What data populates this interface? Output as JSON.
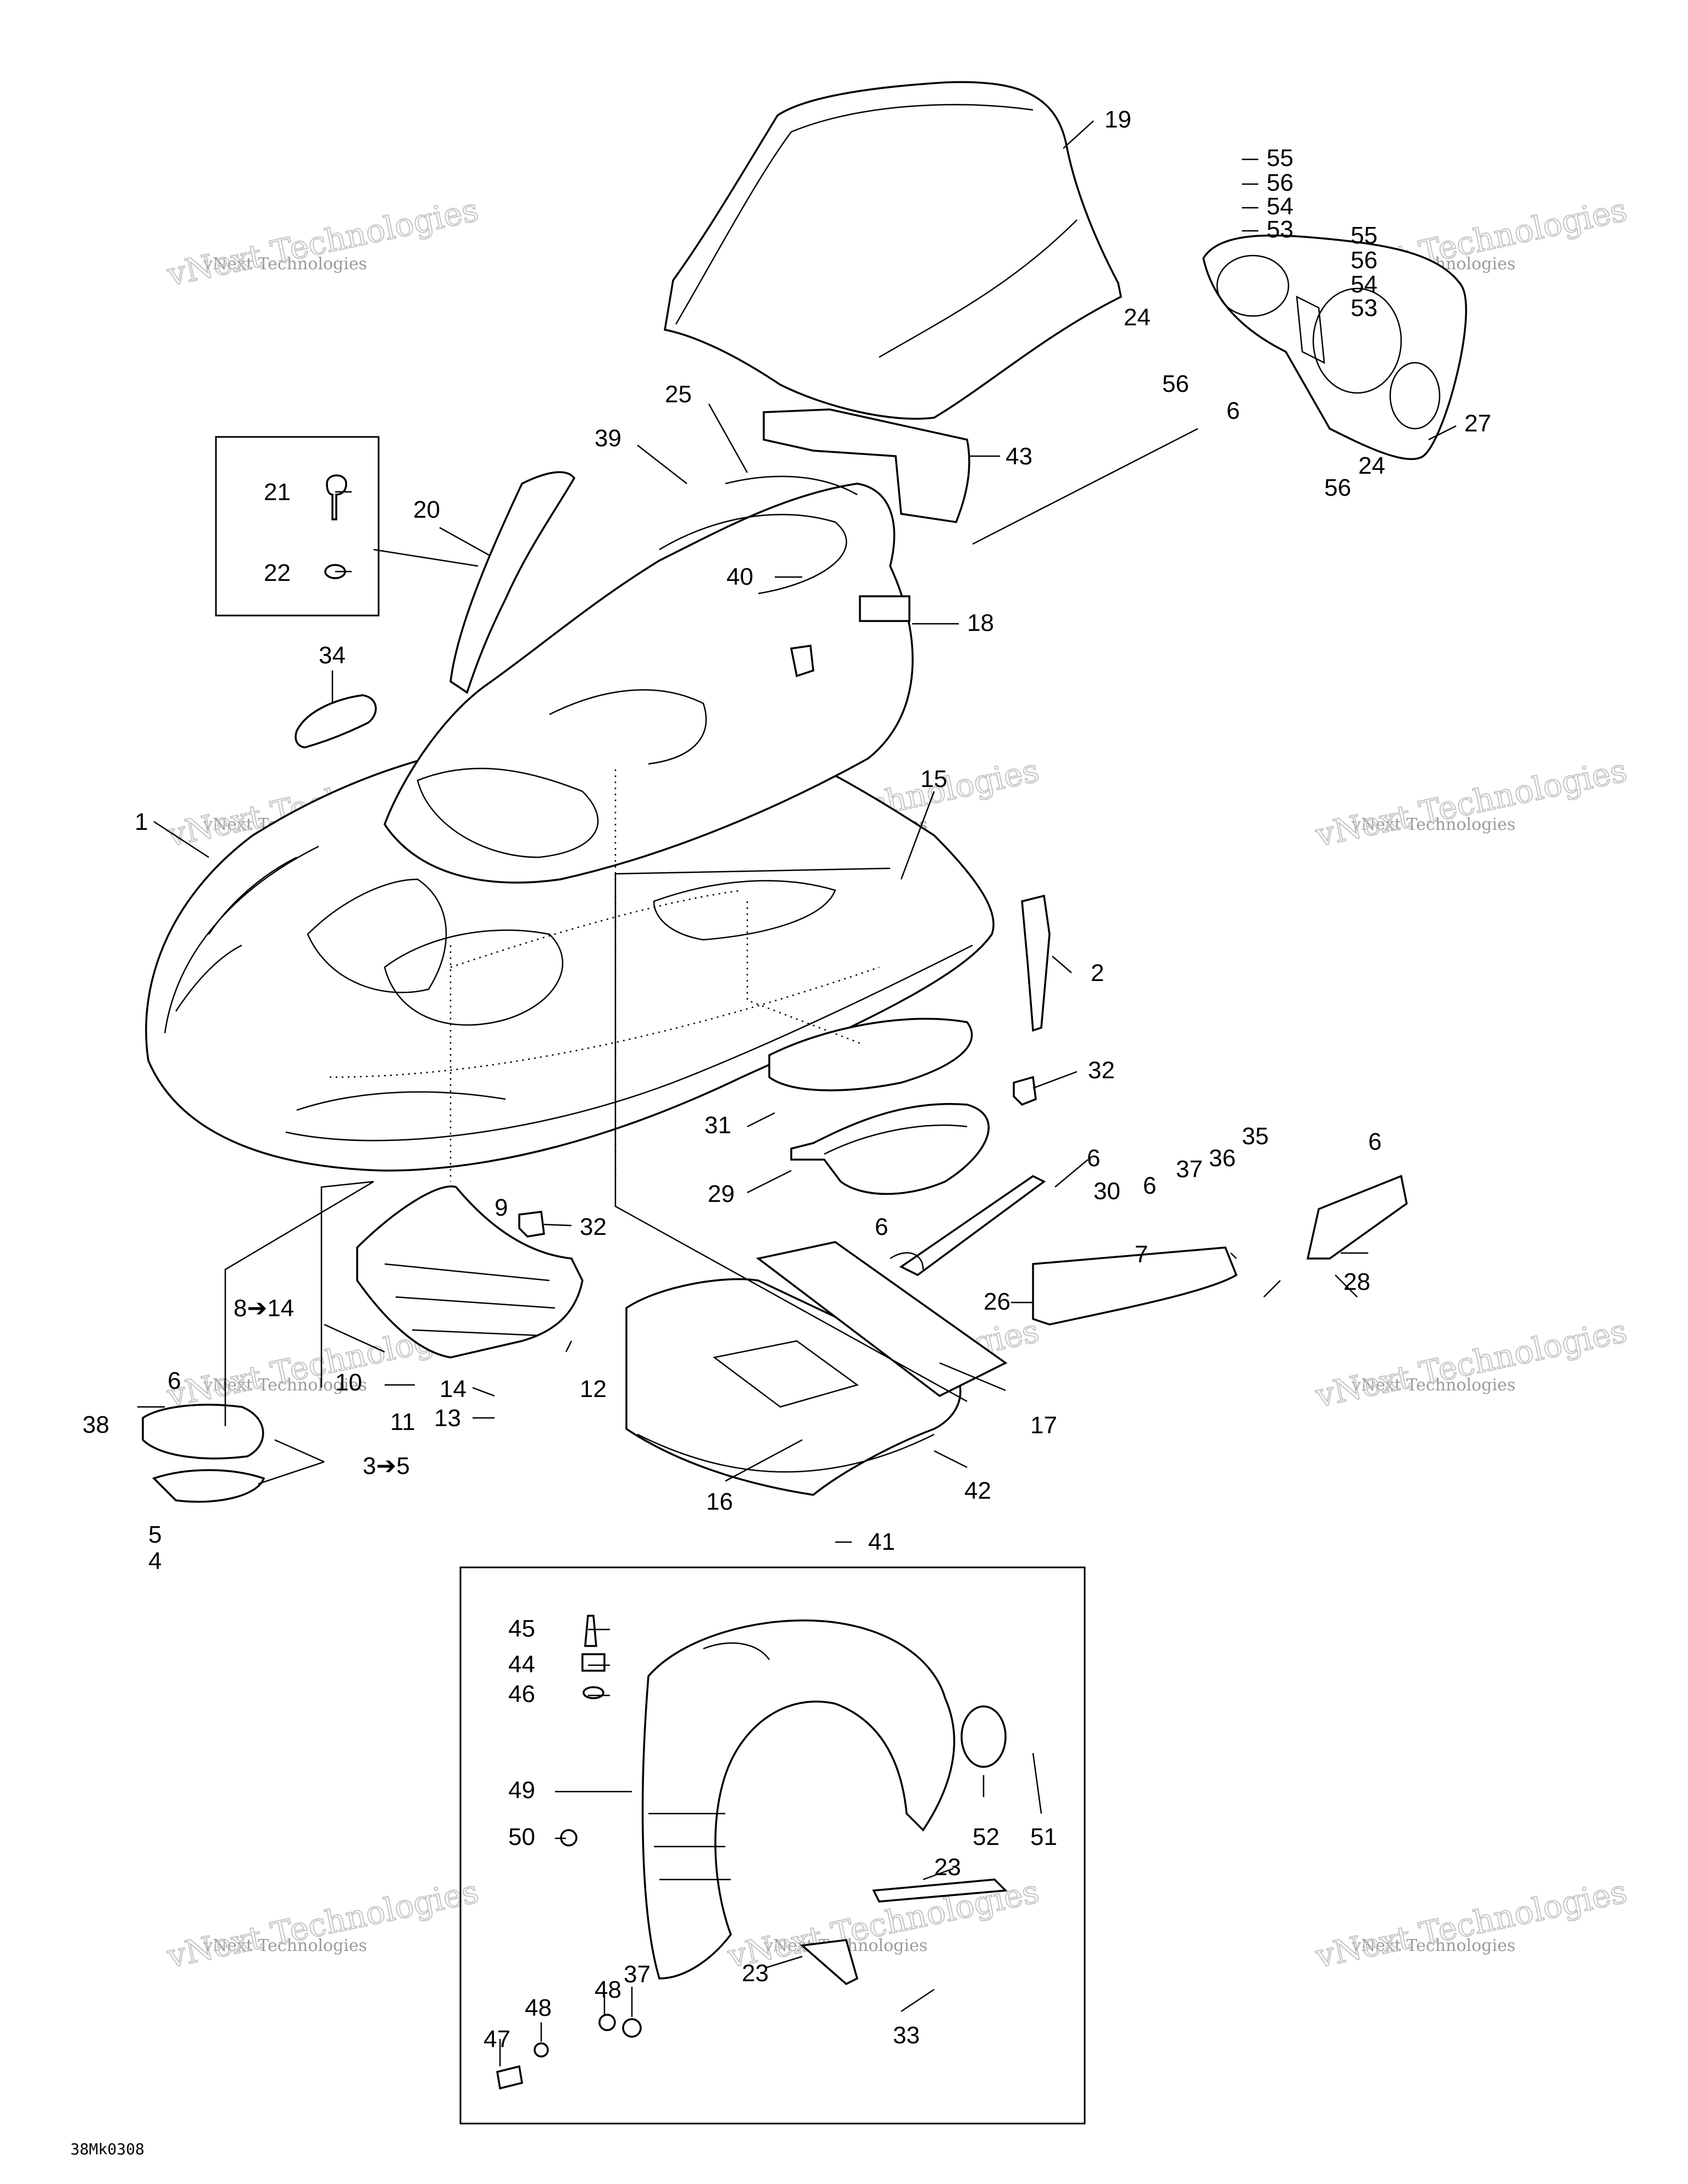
{
  "drawing_code": "38Mk0308",
  "watermark": {
    "line1": "vNext Technologies",
    "line2": "vNext Technologies"
  },
  "callouts": [
    {
      "n": "19",
      "t": "19"
    },
    {
      "n": "55a",
      "t": "55"
    },
    {
      "n": "56a",
      "t": "56"
    },
    {
      "n": "54a",
      "t": "54"
    },
    {
      "n": "53a",
      "t": "53"
    },
    {
      "n": "55b",
      "t": "55"
    },
    {
      "n": "56b",
      "t": "56"
    },
    {
      "n": "54b",
      "t": "54"
    },
    {
      "n": "53b",
      "t": "53"
    },
    {
      "n": "24a",
      "t": "24"
    },
    {
      "n": "56c",
      "t": "56"
    },
    {
      "n": "6a",
      "t": "6"
    },
    {
      "n": "27",
      "t": "27"
    },
    {
      "n": "24b",
      "t": "24"
    },
    {
      "n": "56d",
      "t": "56"
    },
    {
      "n": "25",
      "t": "25"
    },
    {
      "n": "39",
      "t": "39"
    },
    {
      "n": "43",
      "t": "43"
    },
    {
      "n": "21",
      "t": "21"
    },
    {
      "n": "22",
      "t": "22"
    },
    {
      "n": "20",
      "t": "20"
    },
    {
      "n": "40",
      "t": "40"
    },
    {
      "n": "18",
      "t": "18"
    },
    {
      "n": "34",
      "t": "34"
    },
    {
      "n": "15",
      "t": "15"
    },
    {
      "n": "1",
      "t": "1"
    },
    {
      "n": "2",
      "t": "2"
    },
    {
      "n": "32a",
      "t": "32"
    },
    {
      "n": "31",
      "t": "31"
    },
    {
      "n": "6b",
      "t": "6"
    },
    {
      "n": "30",
      "t": "30"
    },
    {
      "n": "35",
      "t": "35"
    },
    {
      "n": "6c",
      "t": "6"
    },
    {
      "n": "36",
      "t": "36"
    },
    {
      "n": "37a",
      "t": "37"
    },
    {
      "n": "6d",
      "t": "6"
    },
    {
      "n": "29",
      "t": "29"
    },
    {
      "n": "9",
      "t": "9"
    },
    {
      "n": "32b",
      "t": "32"
    },
    {
      "n": "6e",
      "t": "6"
    },
    {
      "n": "7",
      "t": "7"
    },
    {
      "n": "26",
      "t": "26"
    },
    {
      "n": "28",
      "t": "28"
    },
    {
      "n": "8-14",
      "t": "8➔14"
    },
    {
      "n": "17",
      "t": "17"
    },
    {
      "n": "6f",
      "t": "6"
    },
    {
      "n": "10",
      "t": "10"
    },
    {
      "n": "12",
      "t": "12"
    },
    {
      "n": "14",
      "t": "14"
    },
    {
      "n": "11",
      "t": "11"
    },
    {
      "n": "13",
      "t": "13"
    },
    {
      "n": "38",
      "t": "38"
    },
    {
      "n": "3-5",
      "t": "3➔5"
    },
    {
      "n": "16",
      "t": "16"
    },
    {
      "n": "42",
      "t": "42"
    },
    {
      "n": "5",
      "t": "5"
    },
    {
      "n": "4",
      "t": "4"
    },
    {
      "n": "41",
      "t": "41"
    },
    {
      "n": "45",
      "t": "45"
    },
    {
      "n": "44",
      "t": "44"
    },
    {
      "n": "46",
      "t": "46"
    },
    {
      "n": "49",
      "t": "49"
    },
    {
      "n": "50",
      "t": "50"
    },
    {
      "n": "52",
      "t": "52"
    },
    {
      "n": "51",
      "t": "51"
    },
    {
      "n": "23a",
      "t": "23"
    },
    {
      "n": "23b",
      "t": "23"
    },
    {
      "n": "37b",
      "t": "37"
    },
    {
      "n": "48a",
      "t": "48"
    },
    {
      "n": "48b",
      "t": "48"
    },
    {
      "n": "47",
      "t": "47"
    },
    {
      "n": "33",
      "t": "33"
    }
  ]
}
